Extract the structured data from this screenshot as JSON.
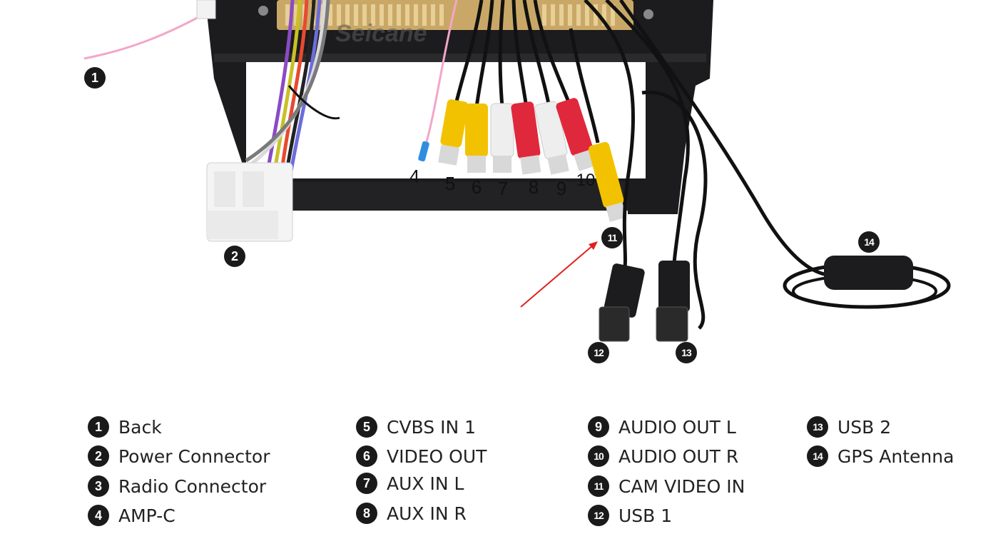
{
  "brand_watermark": "Seicane",
  "callouts": [
    {
      "num": "1",
      "style": "dark"
    },
    {
      "num": "2",
      "style": "dark"
    },
    {
      "num": "4",
      "style": "plain"
    },
    {
      "num": "5",
      "style": "plain"
    },
    {
      "num": "6",
      "style": "plain"
    },
    {
      "num": "7",
      "style": "plain"
    },
    {
      "num": "8",
      "style": "plain"
    },
    {
      "num": "9",
      "style": "plain"
    },
    {
      "num": "10",
      "style": "plain"
    },
    {
      "num": "11",
      "style": "dark"
    },
    {
      "num": "12",
      "style": "dark"
    },
    {
      "num": "13",
      "style": "dark"
    },
    {
      "num": "14",
      "style": "dark"
    }
  ],
  "legend": {
    "col1": [
      {
        "num": "1",
        "label": "Back"
      },
      {
        "num": "2",
        "label": "Power Connector"
      },
      {
        "num": "3",
        "label": "Radio Connector"
      },
      {
        "num": "4",
        "label": "AMP-C"
      }
    ],
    "col2": [
      {
        "num": "5",
        "label": "CVBS IN 1"
      },
      {
        "num": "6",
        "label": "VIDEO OUT"
      },
      {
        "num": "7",
        "label": "AUX IN L"
      },
      {
        "num": "8",
        "label": "AUX IN R"
      }
    ],
    "col3": [
      {
        "num": "9",
        "label": "AUDIO OUT L"
      },
      {
        "num": "10",
        "label": "AUDIO OUT R"
      },
      {
        "num": "11",
        "label": "CAM VIDEO IN"
      },
      {
        "num": "12",
        "label": "USB 1"
      }
    ],
    "col4": [
      {
        "num": "13",
        "label": "USB 2"
      },
      {
        "num": "14",
        "label": "GPS Antenna"
      }
    ]
  },
  "colors": {
    "rca_yellow": "#f2c200",
    "rca_white": "#eeeeee",
    "rca_red": "#e0283c",
    "frame": "#1c1c1e",
    "arrow": "#e02020"
  }
}
